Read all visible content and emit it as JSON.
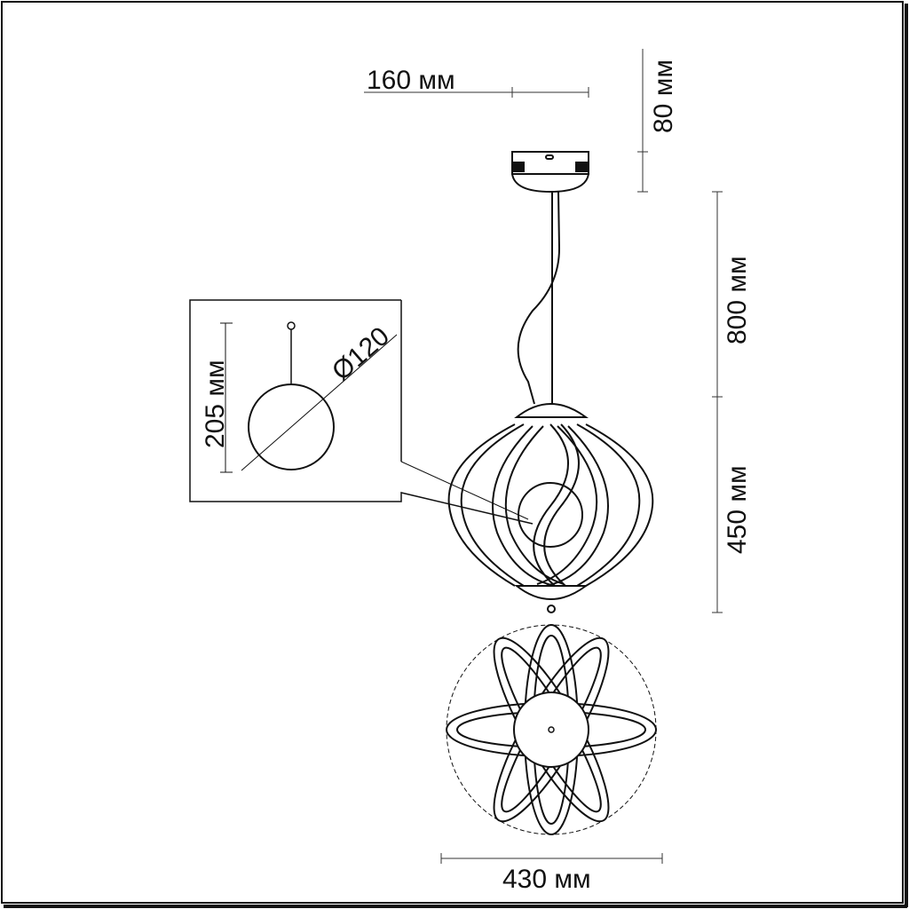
{
  "dimensions": {
    "canopy_width": "160 мм",
    "canopy_height": "80 мм",
    "cable_length": "800 мм",
    "body_height": "450 мм",
    "diameter": "430 мм",
    "detail_height": "205 мм",
    "detail_diameter": "Ø120"
  }
}
